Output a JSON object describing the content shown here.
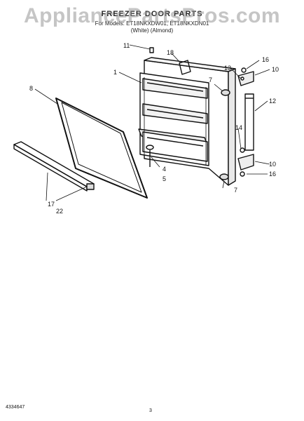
{
  "watermark": "AppliancePartsPros.com",
  "header": {
    "title": "FREEZER DOOR PARTS",
    "for_models": "For Models: ET18NKXDW01, ET18NKXDN01",
    "variants": "(White)          (Almond)"
  },
  "callouts": [
    "1",
    "4",
    "5",
    "7",
    "7",
    "8",
    "10",
    "10",
    "11",
    "12",
    "13",
    "14",
    "16",
    "16",
    "17",
    "18",
    "22"
  ],
  "footer": {
    "doc_number": "4334647",
    "page": "3"
  }
}
